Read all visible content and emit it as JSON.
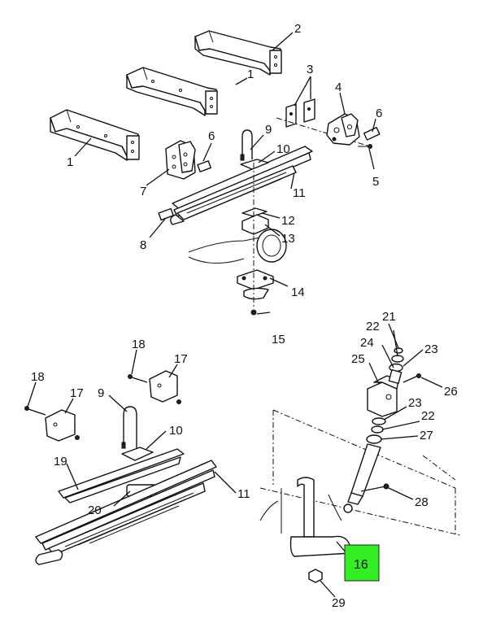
{
  "colors": {
    "line": "#111111",
    "highlight": "#33ee22",
    "background": "#ffffff"
  },
  "highlighted_callout": "16",
  "callouts": {
    "c1a": "1",
    "c1b": "1",
    "c2": "2",
    "c3": "3",
    "c4": "4",
    "c5": "5",
    "c6a": "6",
    "c6b": "6",
    "c7": "7",
    "c8": "8",
    "c9a": "9",
    "c10a": "10",
    "c11a": "11",
    "c12": "12",
    "c13": "13",
    "c14": "14",
    "c15": "15",
    "c18a": "18",
    "c17a": "17",
    "c18b": "18",
    "c17b": "17",
    "c9b": "9",
    "c10b": "10",
    "c19": "19",
    "c20": "20",
    "c11b": "11",
    "c16": "16",
    "c21": "21",
    "c22a": "22",
    "c23a": "23",
    "c24": "24",
    "c25": "25",
    "c26": "26",
    "c23b": "23",
    "c22b": "22",
    "c27": "27",
    "c28": "28",
    "c29": "29"
  }
}
